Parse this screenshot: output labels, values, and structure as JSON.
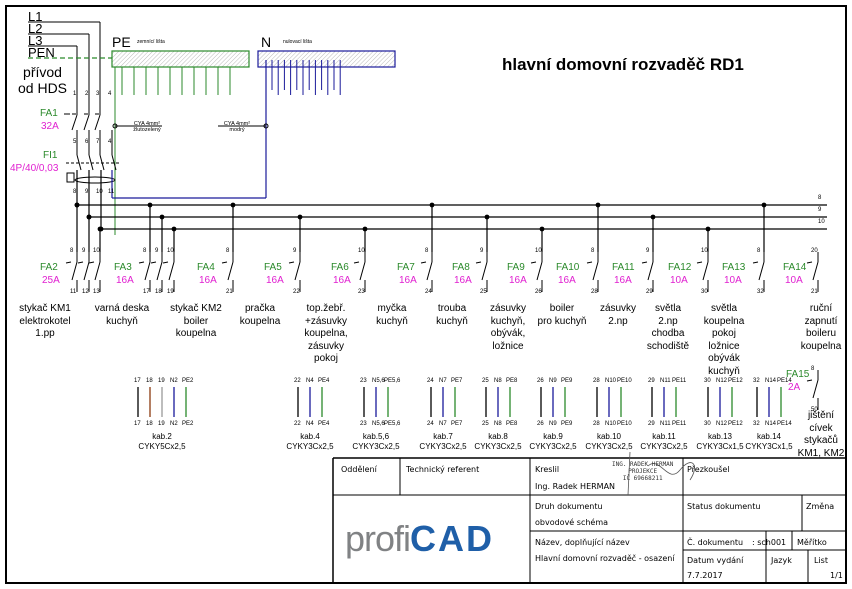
{
  "title": "hlavní domovní rozvaděč RD1",
  "supply": {
    "lines": [
      "L1",
      "L2",
      "L3",
      "PEN"
    ],
    "feed_label": [
      "přívod",
      "od HDS"
    ]
  },
  "pe_bar": {
    "label": "PE",
    "sublabel": "zemnící lišta",
    "color": "#2b8a2b"
  },
  "n_bar": {
    "label": "N",
    "sublabel": "nulovací lišta",
    "color": "#1a1a9a"
  },
  "cya_pe": [
    "CYA 4mm²",
    "žlutozelený"
  ],
  "cya_n": [
    "CYA 4mm²",
    "modrý"
  ],
  "fa1": {
    "name": "FA1",
    "rating": "32A",
    "top": [
      "1",
      "2",
      "3",
      "4"
    ],
    "bottom": [
      "5",
      "6",
      "7",
      "4"
    ]
  },
  "fi1": {
    "name": "FI1",
    "rating": "4P/40/0,03",
    "bottom": [
      "8",
      "9",
      "10",
      "11"
    ]
  },
  "bus_labels": [
    "8",
    "9",
    "10"
  ],
  "colors": {
    "breaker_name": "#2b8a2b",
    "breaker_rating": "#e020d0",
    "neutral": "#1a1a9a",
    "pe": "#2b8a2b",
    "phase": "#000000",
    "brown": "#8b3a0f",
    "grey": "#999999"
  },
  "breakers": [
    {
      "name": "FA2",
      "rating": "25A",
      "in": [
        "8",
        "9",
        "10"
      ],
      "out": [
        "11",
        "12",
        "13"
      ],
      "desc": [
        "stykač KM1",
        "elektrokotel",
        "1.pp"
      ]
    },
    {
      "name": "FA3",
      "rating": "16A",
      "in": [
        "8",
        "9",
        "10"
      ],
      "out": [
        "17",
        "18",
        "19"
      ],
      "desc": [
        "varná deska",
        "kuchyň"
      ]
    },
    {
      "name": "FA4",
      "rating": "16A",
      "in": [
        "8"
      ],
      "out": [
        "21"
      ],
      "desc": [
        "stykač KM2",
        "boiler",
        "koupelna"
      ]
    },
    {
      "name": "FA5",
      "rating": "16A",
      "in": [
        "9"
      ],
      "out": [
        "22"
      ],
      "desc": [
        "pračka",
        "koupelna"
      ]
    },
    {
      "name": "FA6",
      "rating": "16A",
      "in": [
        "10"
      ],
      "out": [
        "23"
      ],
      "desc": [
        "top.žebř.",
        "+zásuvky",
        "koupelna,",
        "zásuvky",
        "pokoj"
      ]
    },
    {
      "name": "FA7",
      "rating": "16A",
      "in": [
        "8"
      ],
      "out": [
        "24"
      ],
      "desc": [
        "myčka",
        "kuchyň"
      ]
    },
    {
      "name": "FA8",
      "rating": "16A",
      "in": [
        "9"
      ],
      "out": [
        "25"
      ],
      "desc": [
        "trouba",
        "kuchyň"
      ]
    },
    {
      "name": "FA9",
      "rating": "16A",
      "in": [
        "10"
      ],
      "out": [
        "26"
      ],
      "desc": [
        "zásuvky",
        "kuchyň,",
        "obývák,",
        "ložnice"
      ]
    },
    {
      "name": "FA10",
      "rating": "16A",
      "in": [
        "8"
      ],
      "out": [
        "28"
      ],
      "desc": [
        "boiler",
        "pro kuchyň"
      ]
    },
    {
      "name": "FA11",
      "rating": "16A",
      "in": [
        "9"
      ],
      "out": [
        "29"
      ],
      "desc": [
        "zásuvky",
        "2.np"
      ]
    },
    {
      "name": "FA12",
      "rating": "10A",
      "in": [
        "10"
      ],
      "out": [
        "30"
      ],
      "desc": [
        "světla",
        "2.np",
        "chodba",
        "schodiště"
      ]
    },
    {
      "name": "FA13",
      "rating": "10A",
      "in": [
        "8"
      ],
      "out": [
        "32"
      ],
      "desc": [
        "světla",
        "koupelna",
        "pokoj",
        "ložnice",
        "obývák",
        "kuchyň"
      ]
    },
    {
      "name": "FA14",
      "rating": "10A",
      "in": [
        "20"
      ],
      "out": [
        "21"
      ],
      "desc": [
        "ruční",
        "zapnutí",
        "boileru",
        "koupelna"
      ]
    },
    {
      "name": "FA15",
      "rating": "2A",
      "in": [
        "8"
      ],
      "out": [
        "50"
      ],
      "desc": [
        "jištění",
        "cívek",
        "stykačů",
        "KM1, KM2"
      ]
    }
  ],
  "cables": [
    {
      "name": "kab.2",
      "type": "CYKY5Cx2,5",
      "cores": [
        "17",
        "18",
        "19",
        "N2",
        "PE2"
      ]
    },
    {
      "name": "kab.4",
      "type": "CYKY3Cx2,5",
      "cores": [
        "22",
        "N4",
        "PE4"
      ]
    },
    {
      "name": "kab.5,6",
      "type": "CYKY3Cx2,5",
      "cores": [
        "23",
        "N5,6",
        "PE5,6"
      ]
    },
    {
      "name": "kab.7",
      "type": "CYKY3Cx2,5",
      "cores": [
        "24",
        "N7",
        "PE7"
      ]
    },
    {
      "name": "kab.8",
      "type": "CYKY3Cx2,5",
      "cores": [
        "25",
        "N8",
        "PE8"
      ]
    },
    {
      "name": "kab.9",
      "type": "CYKY3Cx2,5",
      "cores": [
        "26",
        "N9",
        "PE9"
      ]
    },
    {
      "name": "kab.10",
      "type": "CYKY3Cx2,5",
      "cores": [
        "28",
        "N10",
        "PE10"
      ]
    },
    {
      "name": "kab.11",
      "type": "CYKY3Cx2,5",
      "cores": [
        "29",
        "N11",
        "PE11"
      ]
    },
    {
      "name": "kab.13",
      "type": "CYKY3Cx1,5",
      "cores": [
        "30",
        "N12",
        "PE12"
      ]
    },
    {
      "name": "kab.14",
      "type": "CYKY3Cx1,5",
      "cores": [
        "32",
        "N14",
        "PE14"
      ]
    }
  ],
  "title_block": {
    "oddeleni": "Oddělení",
    "tech_ref": "Technický referent",
    "kreslil_label": "Kreslil",
    "kreslil": "Ing. Radek HERMAN",
    "prezkousel": "Přezkoušel",
    "druh_label": "Druh dokumentu",
    "druh": "obvodové schéma",
    "status_label": "Status dokumentu",
    "zmena": "Změna",
    "nazev_label": "Název, doplňující název",
    "nazev": "Hlavní domovní rozvaděč - osazení",
    "cislo_label": "Č. dokumentu",
    "cislo": ": sch001",
    "meritko": "Měřítko",
    "datum_label": "Datum vydání",
    "datum": "7.7.2017",
    "jazyk": "Jazyk",
    "list_label": "List",
    "list": "1/1",
    "logo_a": "profi",
    "logo_b": "CAD",
    "stamp": [
      "ING. RADEK HERMAN",
      "PROJEKCE",
      "IČ 69668211"
    ]
  }
}
